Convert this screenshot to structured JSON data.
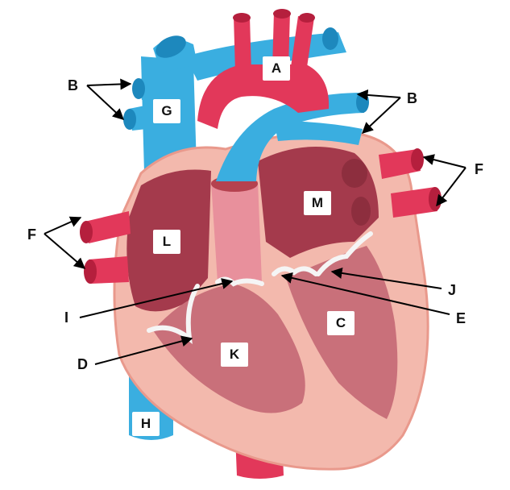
{
  "colors": {
    "vein": "#3aaee0",
    "vein_dark": "#1d88bd",
    "artery": "#e2385a",
    "artery_dark": "#b51f3d",
    "muscle": "#f3b9ad",
    "chamber": "#a43a4c",
    "chamber_light": "#c9707a",
    "valve": "#f5f5f5"
  },
  "labels": {
    "A": "A",
    "B": "B",
    "C": "C",
    "D": "D",
    "E": "E",
    "F": "F",
    "G": "G",
    "H": "H",
    "I": "I",
    "J": "J",
    "K": "K",
    "L": "L",
    "M": "M"
  }
}
